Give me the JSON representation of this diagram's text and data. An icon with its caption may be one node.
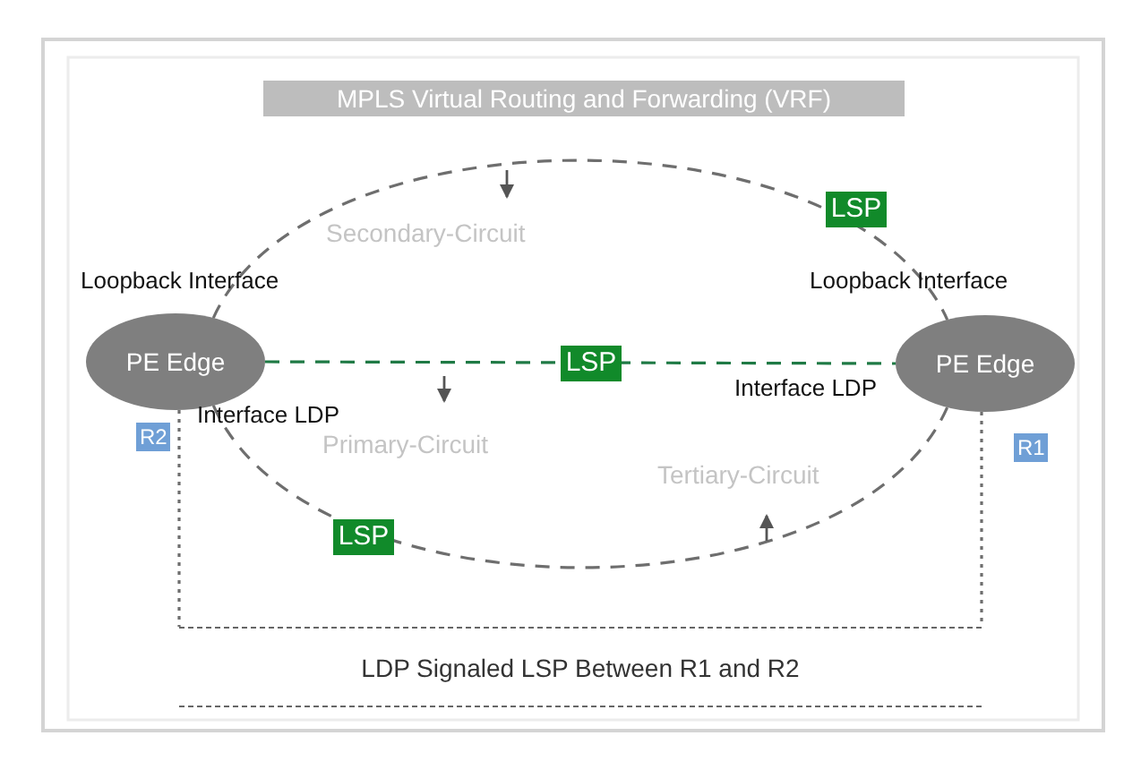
{
  "diagram": {
    "title": "MPLS Virtual Routing and Forwarding (VRF)",
    "nodes": [
      {
        "text": [
          "PE Edge"
        ],
        "beside": [
          "Loopback Interface",
          "Interface LDP",
          "R2"
        ]
      },
      {
        "text": [
          "PE Edge"
        ],
        "beside": [
          "Loopback Interface",
          "Interface LDP",
          "R1"
        ]
      },
      {
        "text": [
          "LDP Signaled LSP Between R1 and R2"
        ]
      }
    ],
    "edges": [
      {
        "from": 0,
        "to": 1,
        "arrow": "none",
        "label": "LSP",
        "style": "dashed"
      },
      {
        "from": 0,
        "to": 1,
        "arrow": "none",
        "label": "LSP",
        "style": "dashed",
        "color": "#1f7a45"
      },
      {
        "from": 0,
        "to": 1,
        "arrow": "none",
        "label": "LSP",
        "style": "dashed"
      },
      {
        "from": 0,
        "to": 2,
        "arrow": "none",
        "style": "dashed"
      },
      {
        "from": 1,
        "to": 2,
        "arrow": "none",
        "style": "dashed"
      }
    ],
    "labels": [
      "Secondary-Circuit",
      "Primary-Circuit",
      "Tertiary-Circuit"
    ]
  }
}
